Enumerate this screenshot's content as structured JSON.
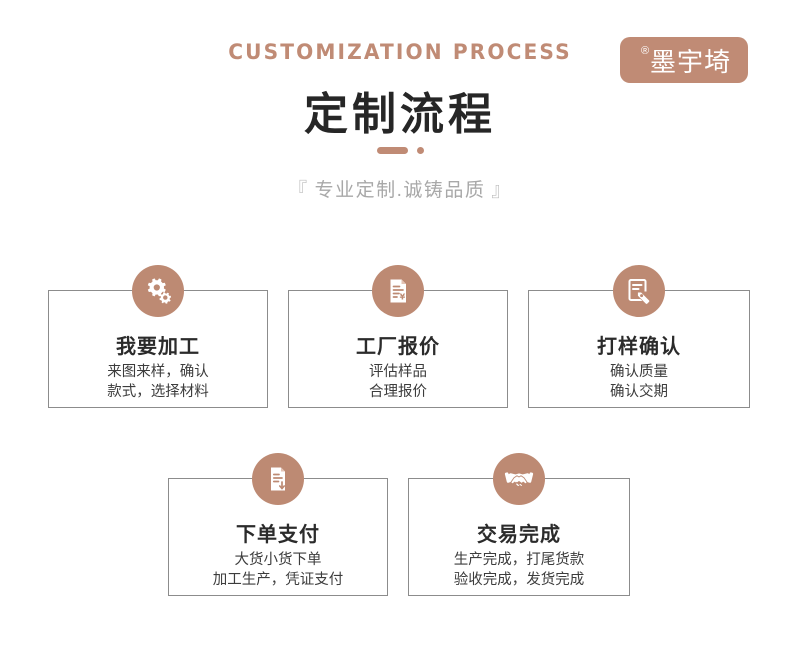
{
  "header": {
    "eyebrow": "CUSTOMIZATION PROCESS",
    "title": "定制流程",
    "subtitle_open_bracket": "『",
    "subtitle_text": "专业定制.诚铸品质",
    "subtitle_close_bracket": "』",
    "brand": {
      "registered_mark": "®",
      "name": "墨宇埼"
    }
  },
  "colors": {
    "accent": "#c08b75",
    "icon_circle": "#bd8a73",
    "card_border": "#8c8c8c",
    "title_text": "#262626",
    "subtitle_text": "#a8a8a8",
    "body_text": "#3c3c3c"
  },
  "steps": [
    {
      "icon": "gears-icon",
      "title": "我要加工",
      "desc_line1": "来图来样，确认",
      "desc_line2": "款式，选择材料"
    },
    {
      "icon": "invoice-yuan-icon",
      "title": "工厂报价",
      "desc_line1": "评估样品",
      "desc_line2": "合理报价"
    },
    {
      "icon": "document-tag-icon",
      "title": "打样确认",
      "desc_line1": "确认质量",
      "desc_line2": "确认交期"
    },
    {
      "icon": "document-download-icon",
      "title": "下单支付",
      "desc_line1": "大货小货下单",
      "desc_line2": "加工生产，凭证支付"
    },
    {
      "icon": "handshake-icon",
      "title": "交易完成",
      "desc_line1": "生产完成，打尾货款",
      "desc_line2": "验收完成，发货完成"
    }
  ]
}
